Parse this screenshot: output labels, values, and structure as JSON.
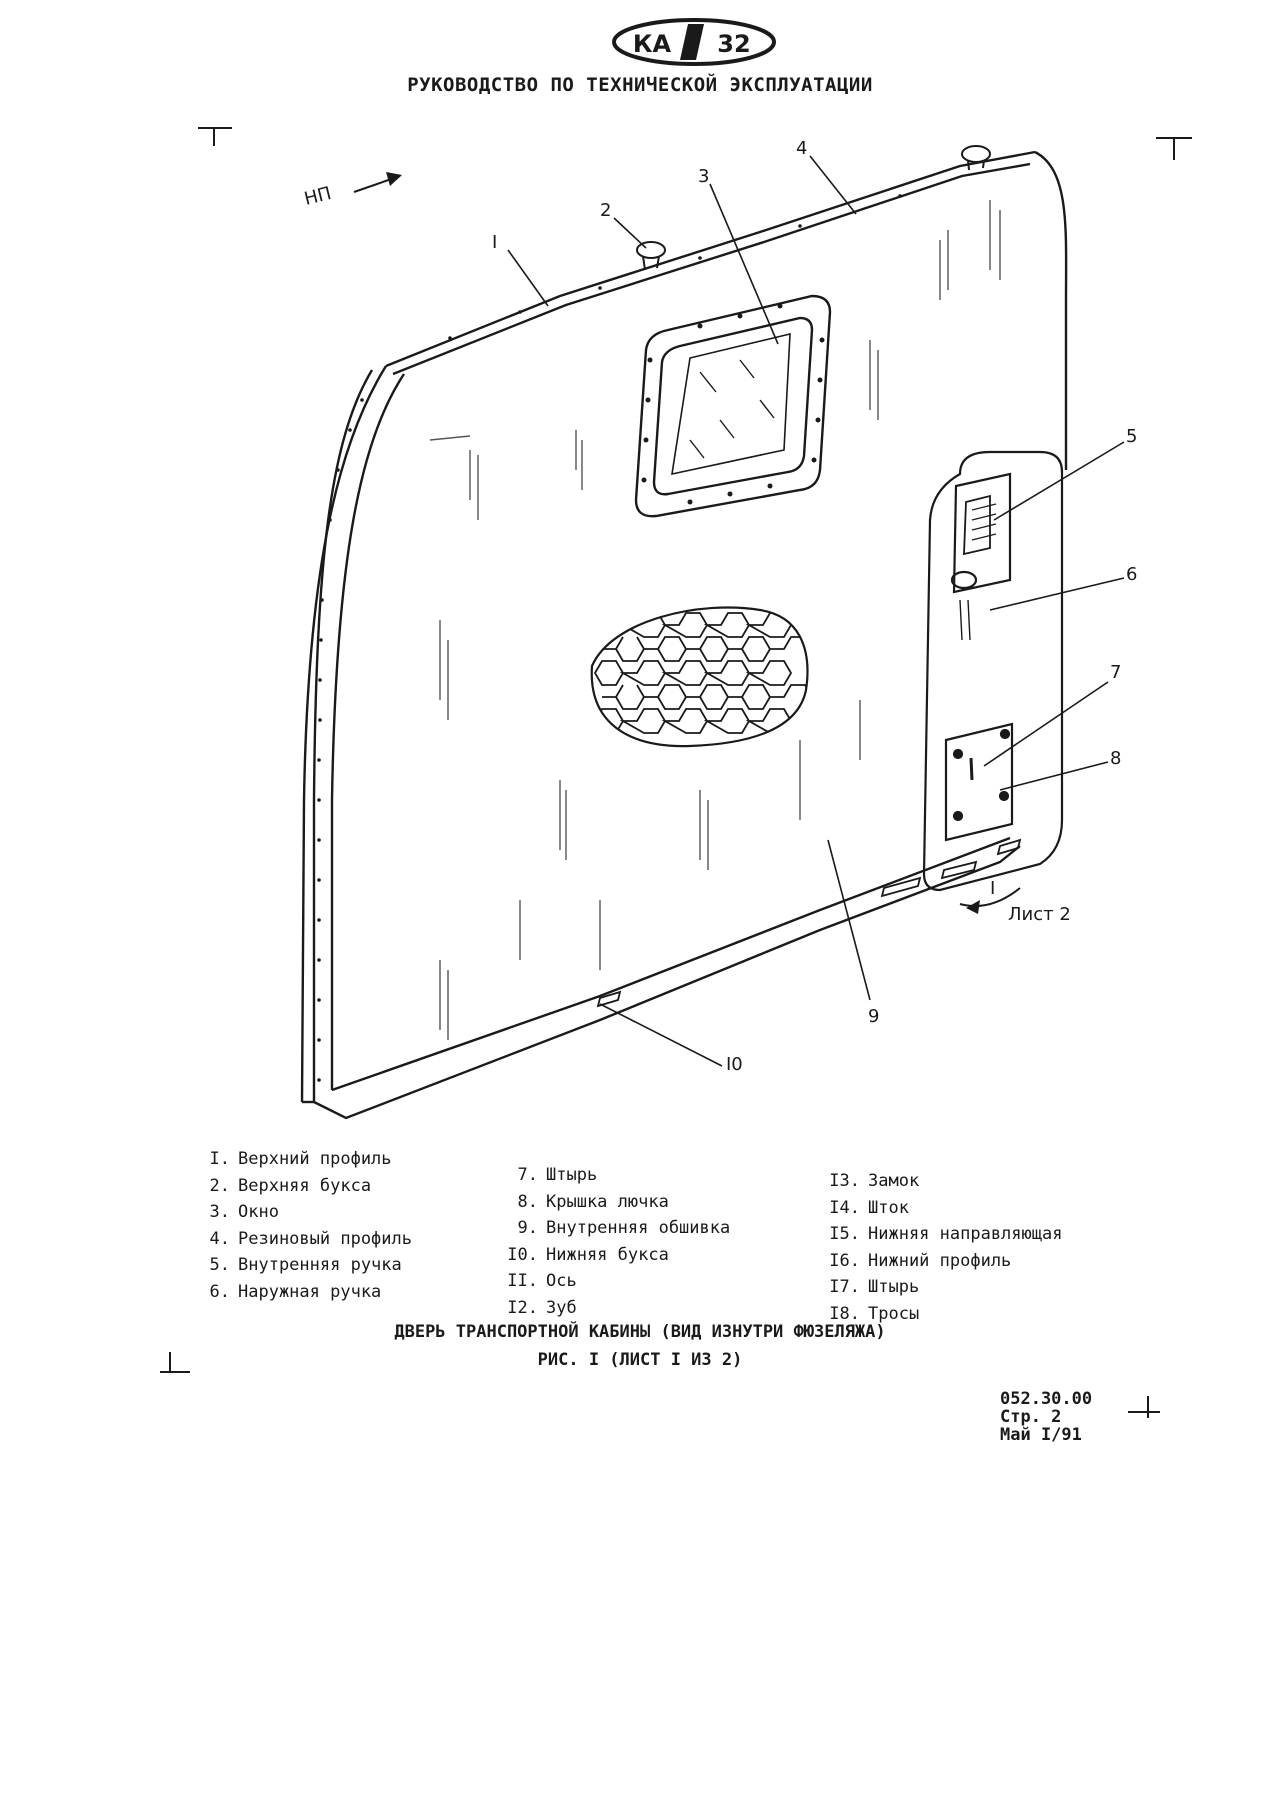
{
  "header": {
    "logo_left": "КА",
    "logo_right": "32",
    "title": "РУКОВОДСТВО ПО ТЕХНИЧЕСКОЙ ЭКСПЛУАТАЦИИ"
  },
  "figure": {
    "direction_label": "НП",
    "view_label": "I",
    "sheet_ref": "Лист 2",
    "callouts": [
      "I",
      "2",
      "3",
      "4",
      "5",
      "6",
      "7",
      "8",
      "9",
      "I0"
    ]
  },
  "legend": {
    "columns": [
      [
        {
          "num": "I.",
          "label": "Верхний профиль"
        },
        {
          "num": "2.",
          "label": "Верхняя букса"
        },
        {
          "num": "3.",
          "label": "Окно"
        },
        {
          "num": "4.",
          "label": "Резиновый профиль"
        },
        {
          "num": "5.",
          "label": "Внутренняя ручка"
        },
        {
          "num": "6.",
          "label": "Наружная ручка"
        }
      ],
      [
        {
          "num": "7.",
          "label": "Штырь"
        },
        {
          "num": "8.",
          "label": "Крышка лючка"
        },
        {
          "num": "9.",
          "label": "Внутренняя обшивка"
        },
        {
          "num": "I0.",
          "label": "Нижняя букса"
        },
        {
          "num": "II.",
          "label": "Ось"
        },
        {
          "num": "I2.",
          "label": "Зуб"
        }
      ],
      [
        {
          "num": "I3.",
          "label": "Замок"
        },
        {
          "num": "I4.",
          "label": "Шток"
        },
        {
          "num": "I5.",
          "label": "Нижняя направляющая"
        },
        {
          "num": "I6.",
          "label": "Нижний профиль"
        },
        {
          "num": "I7.",
          "label": "Штырь"
        },
        {
          "num": "I8.",
          "label": "Тросы"
        }
      ]
    ]
  },
  "caption": {
    "title": "ДВЕРЬ ТРАНСПОРТНОЙ КАБИНЫ (ВИД ИЗНУТРИ ФЮЗЕЛЯЖА)",
    "figure_number": "РИС. I (ЛИСТ I ИЗ 2)"
  },
  "footer": {
    "doc_code": "052.30.00",
    "page": "Стр. 2",
    "date": "Май I/91"
  }
}
